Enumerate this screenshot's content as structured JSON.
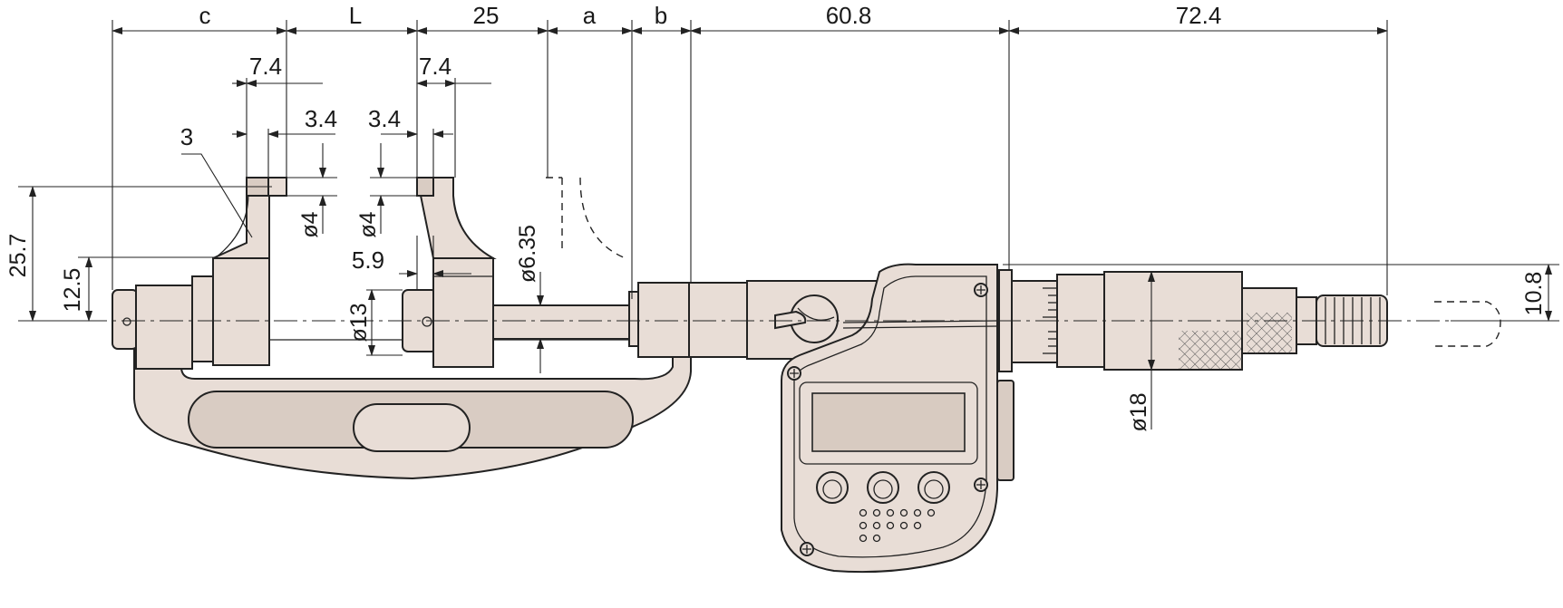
{
  "drawing": {
    "dimensions": {
      "c": "c",
      "L": "L",
      "d25": "25",
      "a": "a",
      "b": "b",
      "d608": "60.8",
      "d724": "72.4",
      "d74_left": "7.4",
      "d74_right": "7.4",
      "d34_left": "3.4",
      "d34_right": "3.4",
      "d59": "5.9",
      "d257": "25.7",
      "d125": "12.5",
      "dia4_left": "ø4",
      "dia4_right": "ø4",
      "dia13": "ø13",
      "dia635": "ø6.35",
      "dia18": "ø18",
      "d108": "10.8"
    },
    "callout": "3"
  },
  "colors": {
    "body_fill": "#e8ddd6",
    "line": "#222222",
    "background": "#ffffff"
  }
}
